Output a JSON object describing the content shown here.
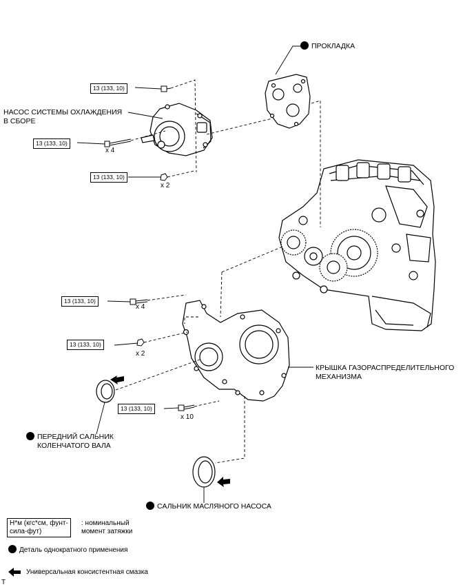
{
  "labels": {
    "gasket": "ПРОКЛАДКА",
    "pump_line1": "НАСОС СИСТЕМЫ ОХЛАЖДЕНИЯ",
    "pump_line2": "В СБОРЕ",
    "timing_line1": "КРЫШКА ГАЗОРАСПРЕДЕЛИТЕЛЬНОГО",
    "timing_line2": "МЕХАНИЗМА",
    "crank_seal_line1": "ПЕРЕДНИЙ САЛЬНИК",
    "crank_seal_line2": "КОЛЕНЧАТОГО ВАЛА",
    "oil_seal": "САЛЬНИК МАСЛЯНОГО НАСОСА"
  },
  "torques": [
    "13 (133, 10)",
    "13 (133, 10)",
    "13 (133, 10)",
    "13 (133, 10)",
    "13 (133, 10)",
    "13 (133, 10)"
  ],
  "quantities": [
    "x 4",
    "x 2",
    "x 4",
    "x 2",
    "x 10"
  ],
  "legend": {
    "unit_line1": "Н*м (кгс*см, фунт-",
    "unit_line2": "сила-фут)",
    "unit_desc_line1": ": номинальный",
    "unit_desc_line2": "момент затяжки",
    "non_reusable": "Деталь однократного применения",
    "grease": "Универсальная консистентная смазка"
  },
  "corner_mark": "T"
}
